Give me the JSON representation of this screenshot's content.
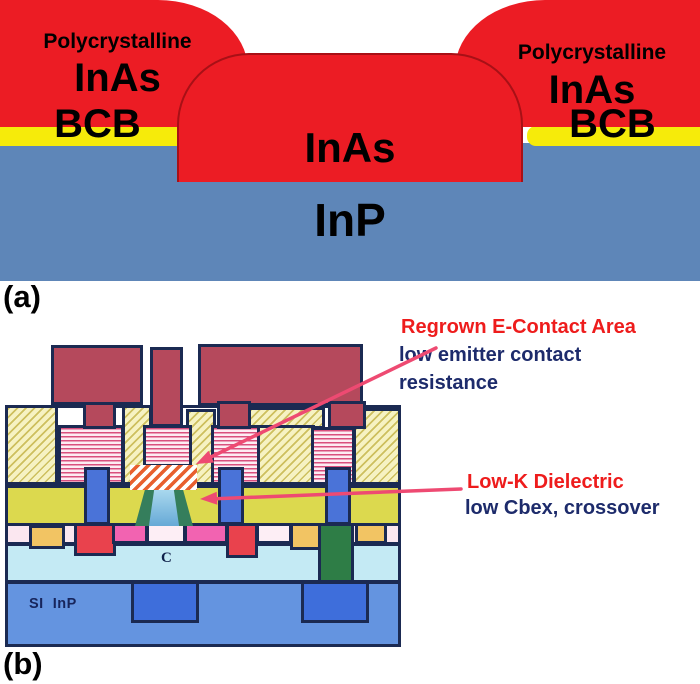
{
  "panel_a": {
    "tag": "(a)",
    "left_block": {
      "line1": "Polycrystalline",
      "line2": "InAs",
      "line3": "BCB"
    },
    "right_block": {
      "line1": "Polycrystalline",
      "line2": "InAs",
      "line3": "BCB"
    },
    "mesa_label": "InAs",
    "substrate_label": "InP",
    "colors": {
      "inas_red": "#ec1c24",
      "bcb_yellow": "#f6eb0a",
      "inp_blue": "#5e86b8"
    }
  },
  "panel_b": {
    "tag": "(b)",
    "collector_label": "C",
    "substrate_label": "SI  InP",
    "annotations": {
      "regrown_title": "Regrown E-Contact Area",
      "regrown_line1": "low emitter contact",
      "regrown_line2": "resistance",
      "lowk_title": "Low-K Dielectric",
      "lowk_line1": "low Cbex, crossover"
    },
    "colors": {
      "metal_pad_red": "#b5495c",
      "outline_navy": "#1b2a52",
      "dielectric_hatch_yellow": "#f6f2c2",
      "metal_stripe_pink": "#d94f7e",
      "via_blue": "#4a73d8",
      "lowk_dielectric_yellow_green": "#dcd94e",
      "regrown_contact_hatch": "#e8602f",
      "emitter_mesa_green": "#357e5c",
      "emitter_mesa_blue": "#7fb9d9",
      "collector_light_blue": "#c4eaf4",
      "substrate_blue": "#6494e0",
      "annotation_red": "#ee1c1c",
      "annotation_navy": "#1d2b6b",
      "arrow_pink": "#ee4a72"
    }
  }
}
